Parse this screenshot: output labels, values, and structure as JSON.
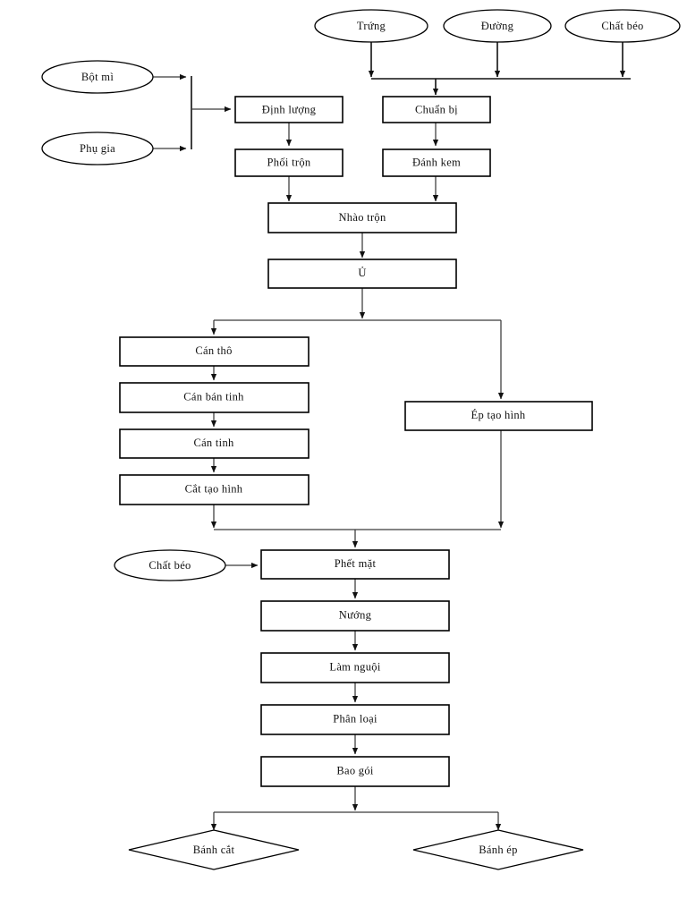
{
  "diagram": {
    "title": "Quy trinh san xuat banh",
    "orientation": "top-to-bottom",
    "background_color": "#ffffff",
    "line_color": "#111111",
    "node_fill": "#ffffff"
  },
  "nodes": {
    "trung": {
      "label": "Trứng",
      "shape": "ellipse"
    },
    "duong": {
      "label": "Đường",
      "shape": "ellipse"
    },
    "chat_beo_top": {
      "label": "Chất béo",
      "shape": "ellipse"
    },
    "bot_mi": {
      "label": "Bột mì",
      "shape": "ellipse"
    },
    "phu_gia": {
      "label": "Phụ gia",
      "shape": "ellipse"
    },
    "dinh_luong": {
      "label": "Định lượng",
      "shape": "rect"
    },
    "phoi_tron": {
      "label": "Phối trộn",
      "shape": "rect"
    },
    "chuan_bi": {
      "label": "Chuẩn bị",
      "shape": "rect"
    },
    "danh_kem": {
      "label": "Đánh kem",
      "shape": "rect"
    },
    "nhao_tron": {
      "label": "Nhào trộn",
      "shape": "rect"
    },
    "u": {
      "label": "Ủ",
      "shape": "rect"
    },
    "can_tho": {
      "label": "Cán thô",
      "shape": "rect"
    },
    "can_ban_tinh": {
      "label": "Cán bán tinh",
      "shape": "rect"
    },
    "can_tinh": {
      "label": "Cán tinh",
      "shape": "rect"
    },
    "cat_tao_hinh": {
      "label": "Cắt tạo hình",
      "shape": "rect"
    },
    "ep_tao_hinh": {
      "label": "Ép tạo hình",
      "shape": "rect"
    },
    "chat_beo_mid": {
      "label": "Chất béo",
      "shape": "ellipse"
    },
    "phet_mat": {
      "label": "Phết mặt",
      "shape": "rect"
    },
    "nuong": {
      "label": "Nướng",
      "shape": "rect"
    },
    "lam_nguoi": {
      "label": "Làm nguội",
      "shape": "rect"
    },
    "phan_loai": {
      "label": "Phân loại",
      "shape": "rect"
    },
    "bao_goi": {
      "label": "Bao gói",
      "shape": "rect"
    },
    "banh_cat": {
      "label": "Bánh cắt",
      "shape": "diamond"
    },
    "banh_ep": {
      "label": "Bánh ép",
      "shape": "diamond"
    }
  }
}
